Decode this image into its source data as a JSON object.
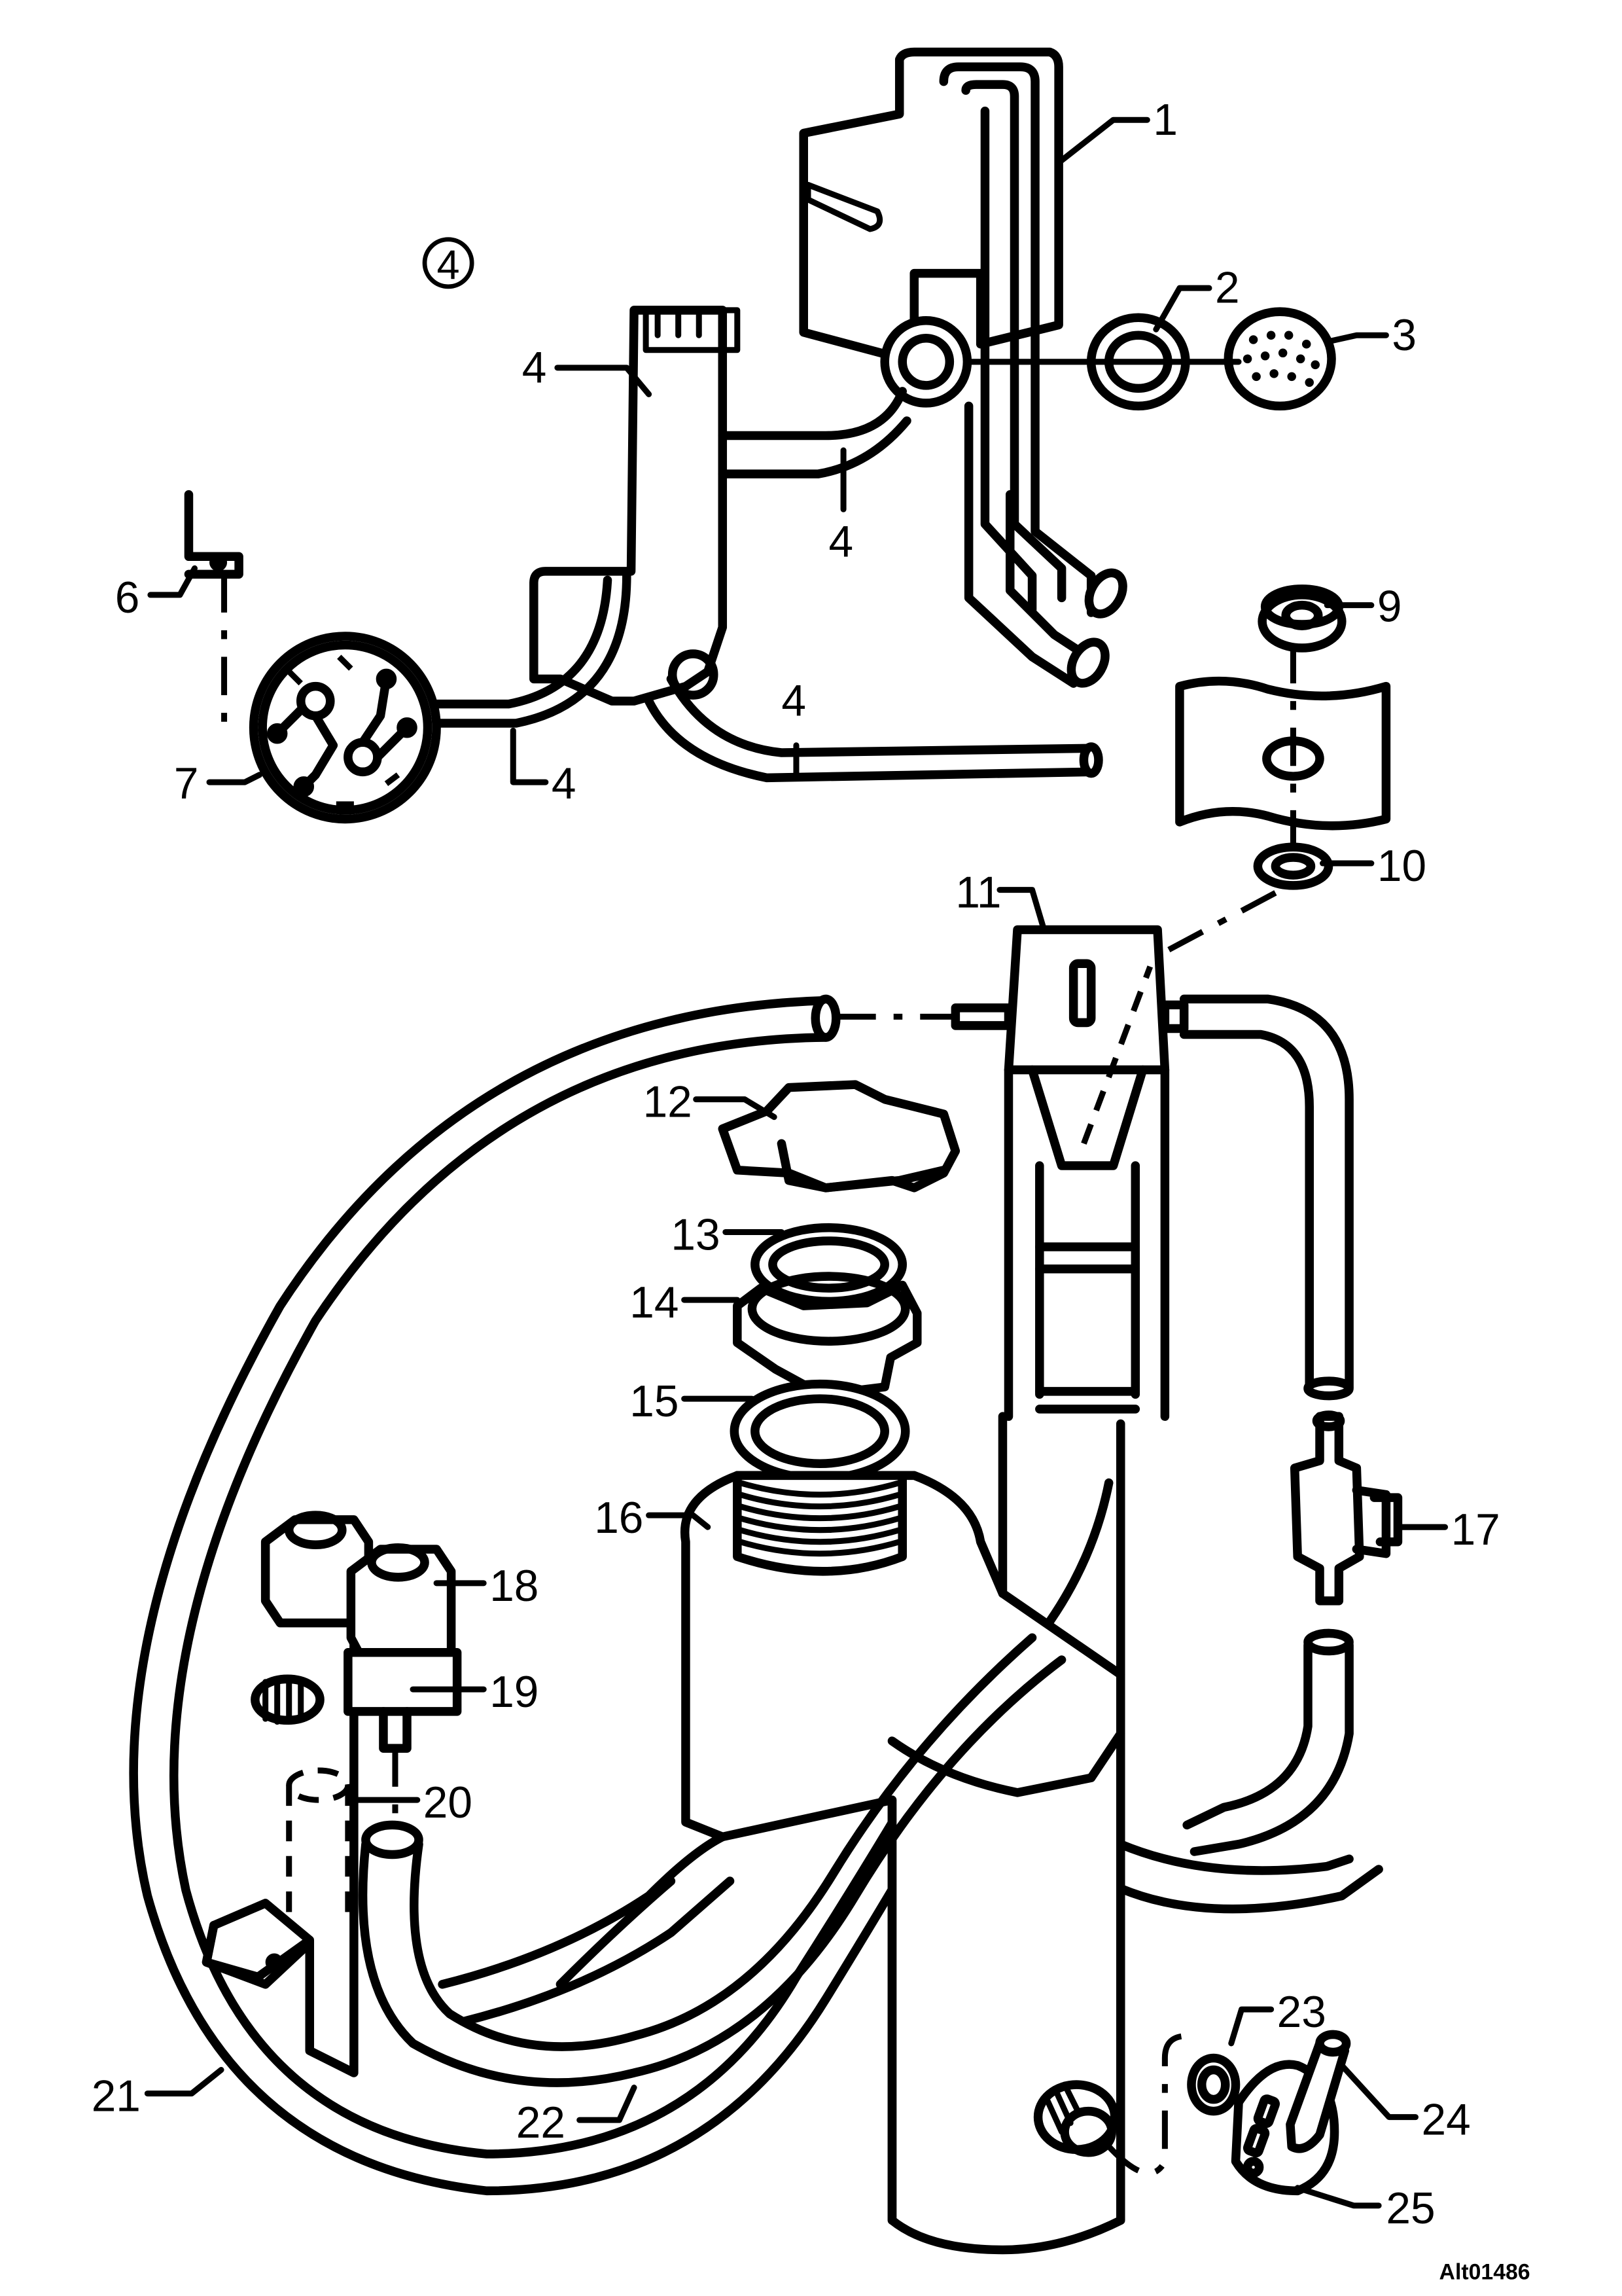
{
  "diagram": {
    "group_marker": "4",
    "drawing_id": "Alt01486",
    "callouts": [
      {
        "id": "1",
        "text": "1"
      },
      {
        "id": "2",
        "text": "2"
      },
      {
        "id": "3",
        "text": "3"
      },
      {
        "id": "4a",
        "text": "4"
      },
      {
        "id": "4b",
        "text": "4"
      },
      {
        "id": "4c",
        "text": "4"
      },
      {
        "id": "4d",
        "text": "4"
      },
      {
        "id": "6",
        "text": "6"
      },
      {
        "id": "7",
        "text": "7"
      },
      {
        "id": "9",
        "text": "9"
      },
      {
        "id": "10",
        "text": "10"
      },
      {
        "id": "11",
        "text": "11"
      },
      {
        "id": "12",
        "text": "12"
      },
      {
        "id": "13",
        "text": "13"
      },
      {
        "id": "14",
        "text": "14"
      },
      {
        "id": "15",
        "text": "15"
      },
      {
        "id": "16",
        "text": "16"
      },
      {
        "id": "17",
        "text": "17"
      },
      {
        "id": "18",
        "text": "18"
      },
      {
        "id": "19",
        "text": "19"
      },
      {
        "id": "20",
        "text": "20"
      },
      {
        "id": "21",
        "text": "21"
      },
      {
        "id": "22",
        "text": "22"
      },
      {
        "id": "23",
        "text": "23"
      },
      {
        "id": "24",
        "text": "24"
      },
      {
        "id": "25",
        "text": "25"
      }
    ]
  }
}
